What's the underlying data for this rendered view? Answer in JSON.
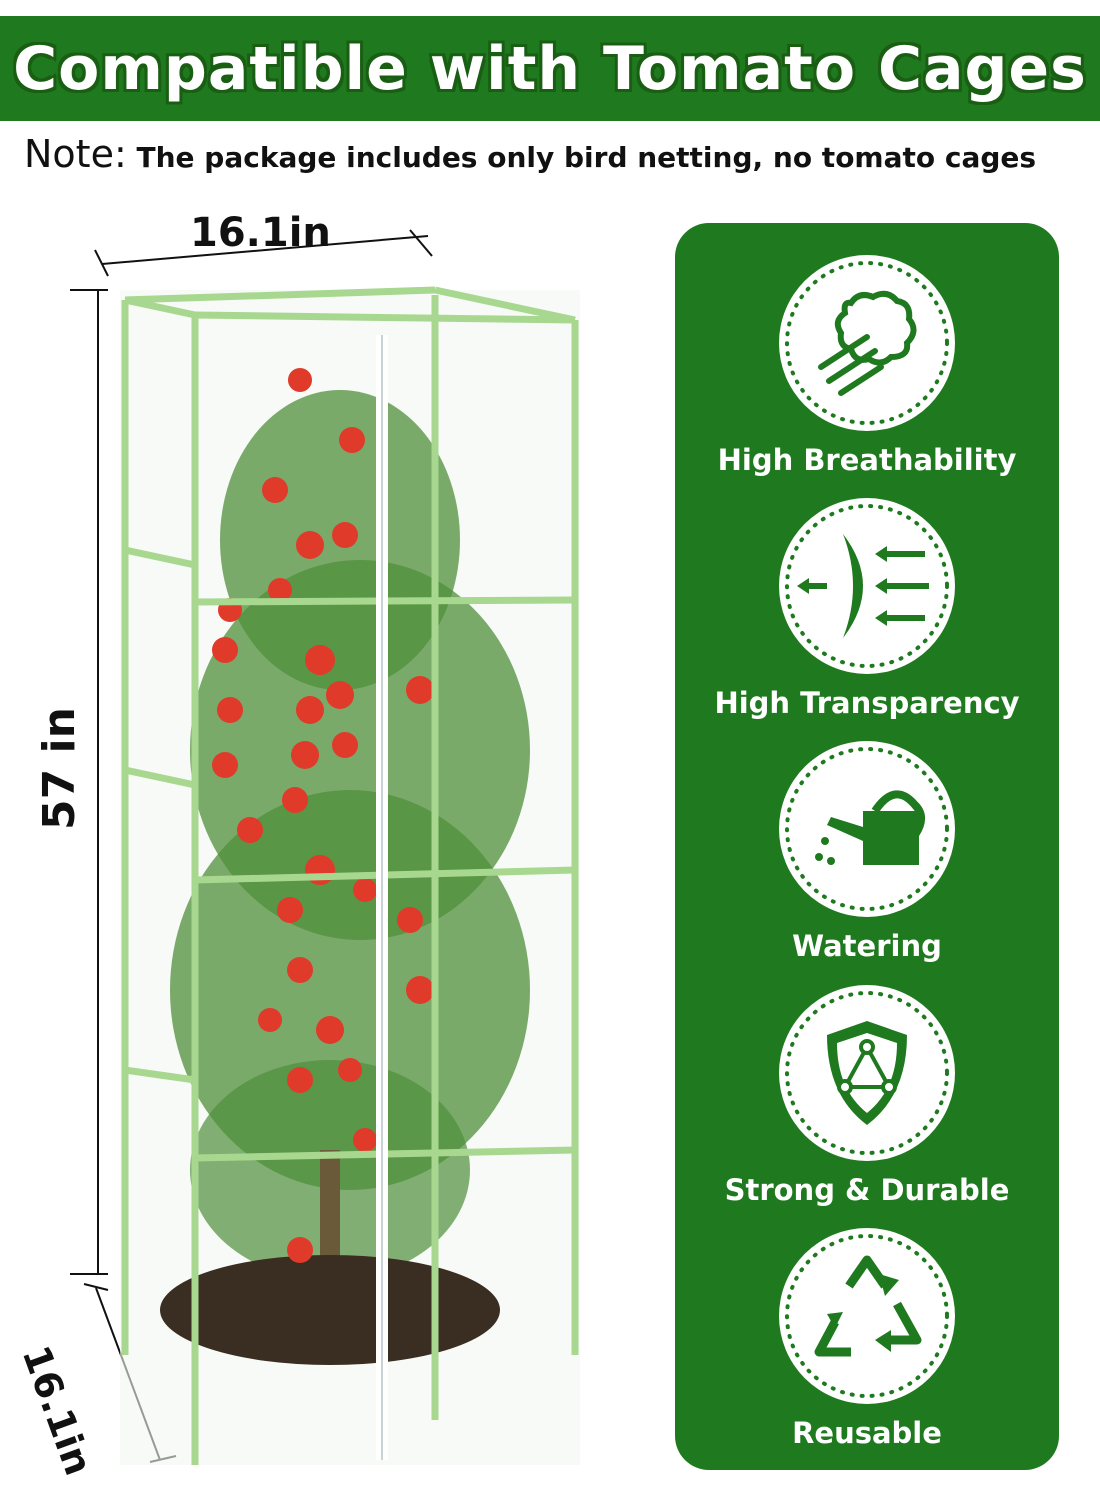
{
  "banner": {
    "title": "Compatible with Tomato Cages"
  },
  "note": {
    "label": "Note:",
    "text": " The package includes only bird netting, no tomato cages"
  },
  "dimensions": {
    "width": "16.1in",
    "height": "57 in",
    "depth": "16.1in"
  },
  "features": [
    {
      "label": "High Breathability",
      "icon": "air-flow-icon"
    },
    {
      "label": "High Transparency",
      "icon": "light-transparency-icon"
    },
    {
      "label": "Watering",
      "icon": "watering-can-icon"
    },
    {
      "label": "Strong & Durable",
      "icon": "shield-icon"
    },
    {
      "label": "Reusable",
      "icon": "recycle-icon"
    }
  ],
  "colors": {
    "brand_green": "#1f7a1f",
    "frame_green": "#a8d890",
    "tomato_red": "#e03a2a"
  }
}
